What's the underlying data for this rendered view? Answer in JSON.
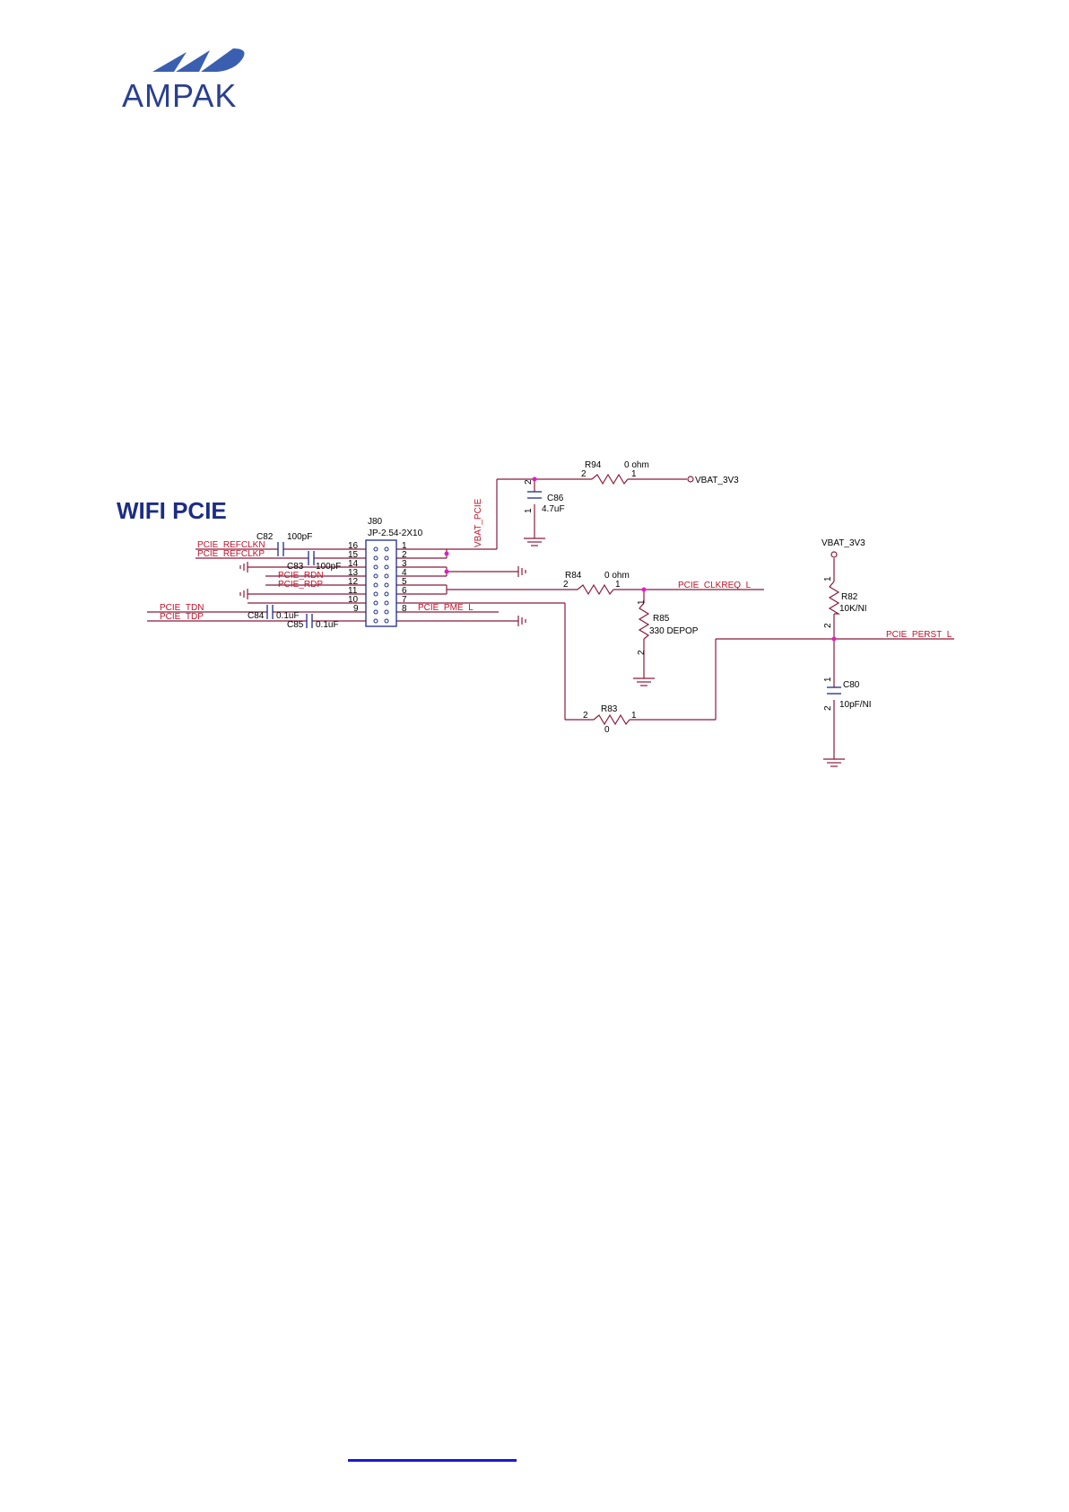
{
  "logo": {
    "text": "AMPAK",
    "icon": "ampak-wing-logo",
    "color": "#2a3f8f"
  },
  "section_title": "WIFI PCIE",
  "connector": {
    "ref": "J80",
    "part": "JP-2.54-2X10"
  },
  "components": {
    "c82": {
      "ref": "C82",
      "value": "100pF"
    },
    "c83": {
      "ref": "C83",
      "value": "100pF"
    },
    "c84": {
      "ref": "C84",
      "value": "0.1uF"
    },
    "c85": {
      "ref": "C85",
      "value": "0.1uF"
    },
    "c86": {
      "ref": "C86",
      "value": "4.7uF"
    },
    "c80": {
      "ref": "C80",
      "value": "10pF/NI"
    },
    "r94": {
      "ref": "R94",
      "value": "0 ohm"
    },
    "r84": {
      "ref": "R84",
      "value": "0 ohm"
    },
    "r85": {
      "ref": "R85",
      "value": "330 DEPOP"
    },
    "r83": {
      "ref": "R83",
      "value": "0"
    },
    "r82": {
      "ref": "R82",
      "value": "10K/NI"
    }
  },
  "nets": {
    "refclkn": "PCIE_REFCLKN",
    "refclkp": "PCIE_REFCLKP",
    "rdn": "PCIE_RDN",
    "rdp": "PCIE_RDP",
    "tdn": "PCIE_TDN",
    "tdp": "PCIE_TDP",
    "pme": "PCIE_PME_L",
    "clkreq": "PCIE_CLKREQ_L",
    "perst": "PCIE_PERST_L",
    "vbat_pcie": "VBAT_PCIE",
    "vbat_3v3_a": "VBAT_3V3",
    "vbat_3v3_b": "VBAT_3V3"
  },
  "pins": {
    "left": [
      "16",
      "15",
      "14",
      "13",
      "12",
      "11",
      "10",
      "9"
    ],
    "right": [
      "1",
      "2",
      "3",
      "4",
      "5",
      "6",
      "7",
      "8"
    ],
    "p1": "1",
    "p2": "2"
  },
  "colors": {
    "wire": "#8b1a3a",
    "net_label": "#c0122a",
    "part": "#1c2d86",
    "junction": "#e020c0",
    "title": "#1c2d86",
    "footer_link": "#1a1ad0"
  }
}
